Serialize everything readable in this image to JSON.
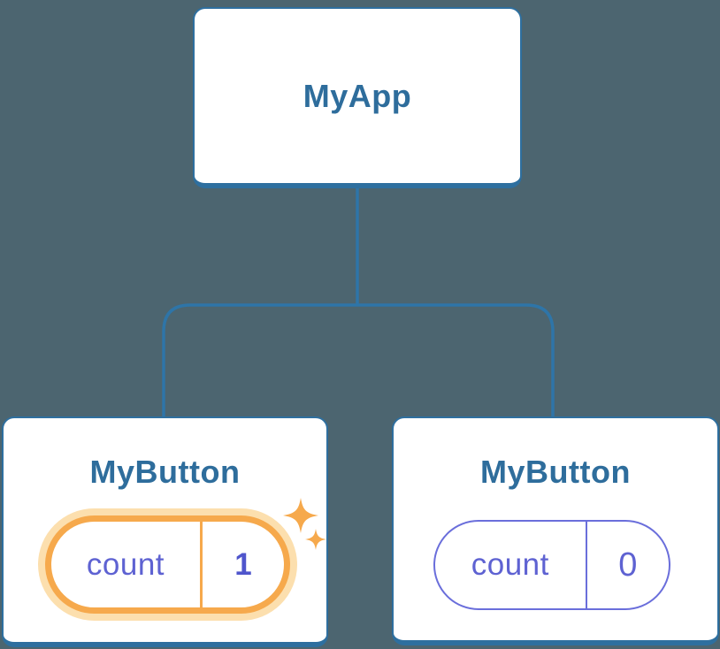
{
  "diagram": {
    "type": "component-tree",
    "root": {
      "title": "MyApp"
    },
    "children": [
      {
        "title": "MyButton",
        "state": {
          "label": "count",
          "value": "1"
        },
        "highlighted": true
      },
      {
        "title": "MyButton",
        "state": {
          "label": "count",
          "value": "0"
        },
        "highlighted": false
      }
    ],
    "colors": {
      "background": "#4C6570",
      "connector": "#2E75A8",
      "card_border": "#2E6F9F",
      "card_fill": "#FFFFFF",
      "node_title_text": "#2E6D9C",
      "state_text": "#5E62D2",
      "state_pill_border": "#6A6EDB",
      "highlight_orange": "#F6A94C",
      "highlight_glow": "#FCDFAE"
    }
  }
}
